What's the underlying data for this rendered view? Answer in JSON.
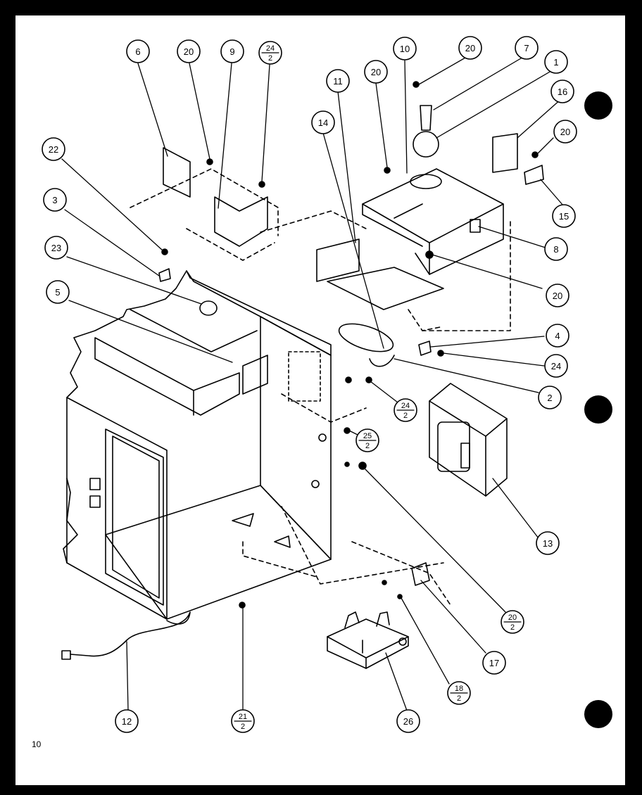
{
  "page_number": "10",
  "colors": {
    "ink": "#000000",
    "paper": "#ffffff",
    "margin": "#000000"
  },
  "callouts": [
    {
      "id": "c6",
      "label": "6",
      "part": "panel"
    },
    {
      "id": "c20a",
      "label": "20",
      "part": "screw"
    },
    {
      "id": "c9",
      "label": "9",
      "part": "bracket"
    },
    {
      "id": "c24a",
      "label": "24",
      "sub": "2",
      "part": "screw"
    },
    {
      "id": "c10",
      "label": "10",
      "part": "lamp-housing"
    },
    {
      "id": "c20b",
      "label": "20",
      "part": "screw"
    },
    {
      "id": "c7",
      "label": "7",
      "part": "lamp-socket"
    },
    {
      "id": "c1",
      "label": "1",
      "part": "lamp"
    },
    {
      "id": "c16",
      "label": "16",
      "part": "fuse-holder"
    },
    {
      "id": "c20c",
      "label": "20",
      "part": "screw"
    },
    {
      "id": "c15",
      "label": "15",
      "part": "fuse"
    },
    {
      "id": "c11",
      "label": "11",
      "part": "bracket"
    },
    {
      "id": "c20d",
      "label": "20",
      "part": "screw"
    },
    {
      "id": "c14",
      "label": "14",
      "part": "capacitor"
    },
    {
      "id": "c22",
      "label": "22",
      "part": "screw"
    },
    {
      "id": "c3",
      "label": "3",
      "part": "clip"
    },
    {
      "id": "c23",
      "label": "23",
      "part": "thermal-protector"
    },
    {
      "id": "c5",
      "label": "5",
      "part": "duct"
    },
    {
      "id": "c8",
      "label": "8",
      "part": "switch"
    },
    {
      "id": "c20e",
      "label": "20",
      "part": "screw"
    },
    {
      "id": "c4",
      "label": "4",
      "part": "diode"
    },
    {
      "id": "c24b",
      "label": "24",
      "part": "screw"
    },
    {
      "id": "c2",
      "label": "2",
      "part": "capacitor-bracket"
    },
    {
      "id": "c24c",
      "label": "24",
      "sub": "2",
      "part": "screw"
    },
    {
      "id": "c25",
      "label": "25",
      "sub": "2",
      "part": "screw"
    },
    {
      "id": "c13",
      "label": "13",
      "part": "transformer"
    },
    {
      "id": "c20f",
      "label": "20",
      "sub": "2",
      "part": "screw"
    },
    {
      "id": "c17",
      "label": "17",
      "part": "switch"
    },
    {
      "id": "c18",
      "label": "18",
      "sub": "2",
      "part": "screw"
    },
    {
      "id": "c26",
      "label": "26",
      "part": "filter"
    },
    {
      "id": "c12",
      "label": "12",
      "part": "power-cord"
    },
    {
      "id": "c21",
      "label": "21",
      "sub": "2",
      "part": "screw"
    }
  ]
}
